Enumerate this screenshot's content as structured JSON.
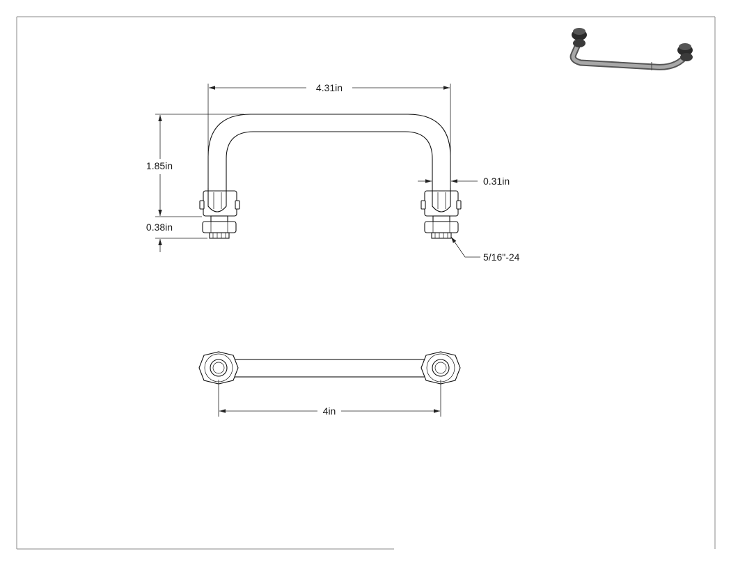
{
  "drawing": {
    "dimensions": {
      "overall_width": "4.31in",
      "height": "1.85in",
      "thread_length": "0.38in",
      "rod_diameter": "0.31in",
      "thread_spec": "5/16\"-24",
      "center_to_center": "4in"
    },
    "colors": {
      "line": "#111111",
      "background": "#ffffff",
      "iso_body": "#8e8e8e",
      "iso_nut": "#2b2b2b"
    }
  }
}
